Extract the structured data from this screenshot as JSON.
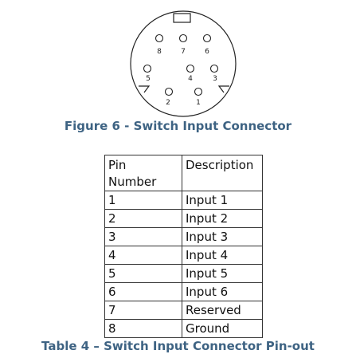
{
  "colors": {
    "caption": "#3e6383",
    "border": "#333333",
    "text": "#111111"
  },
  "figure": {
    "caption": "Figure 6 - Switch Input Connector",
    "pins": [
      {
        "label": "8"
      },
      {
        "label": "7"
      },
      {
        "label": "6"
      },
      {
        "label": "5"
      },
      {
        "label": "4"
      },
      {
        "label": "3"
      },
      {
        "label": "2"
      },
      {
        "label": "1"
      }
    ]
  },
  "table": {
    "caption": "Table 4 – Switch Input Connector Pin-out",
    "header": {
      "pin_line1": "Pin",
      "pin_line2": "Number",
      "description": "Description"
    },
    "rows": [
      {
        "pin": "1",
        "description": "Input 1"
      },
      {
        "pin": "2",
        "description": "Input 2"
      },
      {
        "pin": "3",
        "description": "Input 3"
      },
      {
        "pin": "4",
        "description": "Input 4"
      },
      {
        "pin": "5",
        "description": "Input 5"
      },
      {
        "pin": "6",
        "description": "Input 6"
      },
      {
        "pin": "7",
        "description": "Reserved"
      },
      {
        "pin": "8",
        "description": "Ground"
      }
    ]
  }
}
